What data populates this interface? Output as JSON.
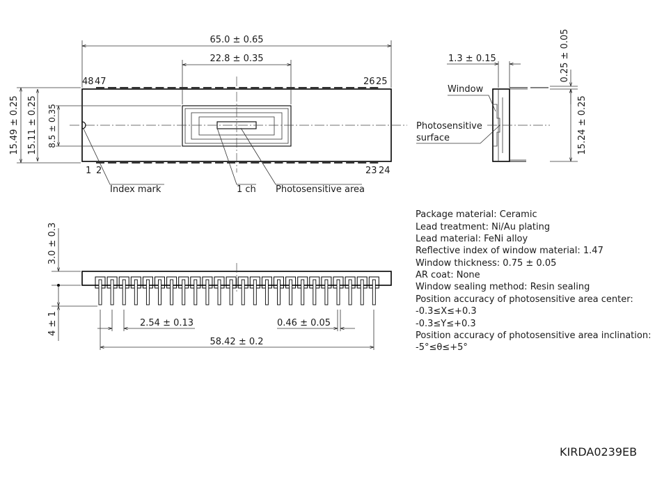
{
  "dimensions": {
    "overall_length": "65.0 ± 0.65",
    "window_length": "22.8 ± 0.35",
    "package_width": "15.49 ± 0.25",
    "body_width": "15.11 ± 0.25",
    "window_width": "8.5 ± 0.35",
    "glass_to_lead": "1.3 ± 0.15",
    "window_offset": "0.25 ± 0.05",
    "row_spacing": "15.24 ± 0.25",
    "package_height": "3.0 ± 0.3",
    "lead_length": "4 ± 1",
    "pin_pitch": "2.54 ± 0.13",
    "lead_diameter": "0.46 ± 0.05",
    "pin_span": "58.42 ± 0.2"
  },
  "pins": {
    "top_left": "48",
    "top_left_2": "47",
    "top_right": "26",
    "top_right_2": "25",
    "bottom_left": "1",
    "bottom_left_2": "2",
    "bottom_right": "23",
    "bottom_right_2": "24"
  },
  "labels": {
    "index_mark": "Index mark",
    "one_ch": "1 ch",
    "photosensitive_area": "Photosensitive area",
    "window": "Window",
    "photosensitive_surface_1": "Photosensitive",
    "photosensitive_surface_2": "surface"
  },
  "notes": [
    "Package material: Ceramic",
    "Lead treatment: Ni/Au plating",
    "Lead material: FeNi alloy",
    "Reflective index of window material: 1.47",
    "Window thickness: 0.75 ± 0.05",
    "AR coat: None",
    "Window sealing method: Resin sealing",
    "Position accuracy of photosensitive area center:",
    "-0.3≤X≤+0.3",
    "-0.3≤Y≤+0.3",
    "Position accuracy of photosensitive area inclination:",
    "-5°≤θ≤+5°"
  ],
  "drawing_code": "KIRDA0239EB",
  "lead_count_per_side": 24
}
